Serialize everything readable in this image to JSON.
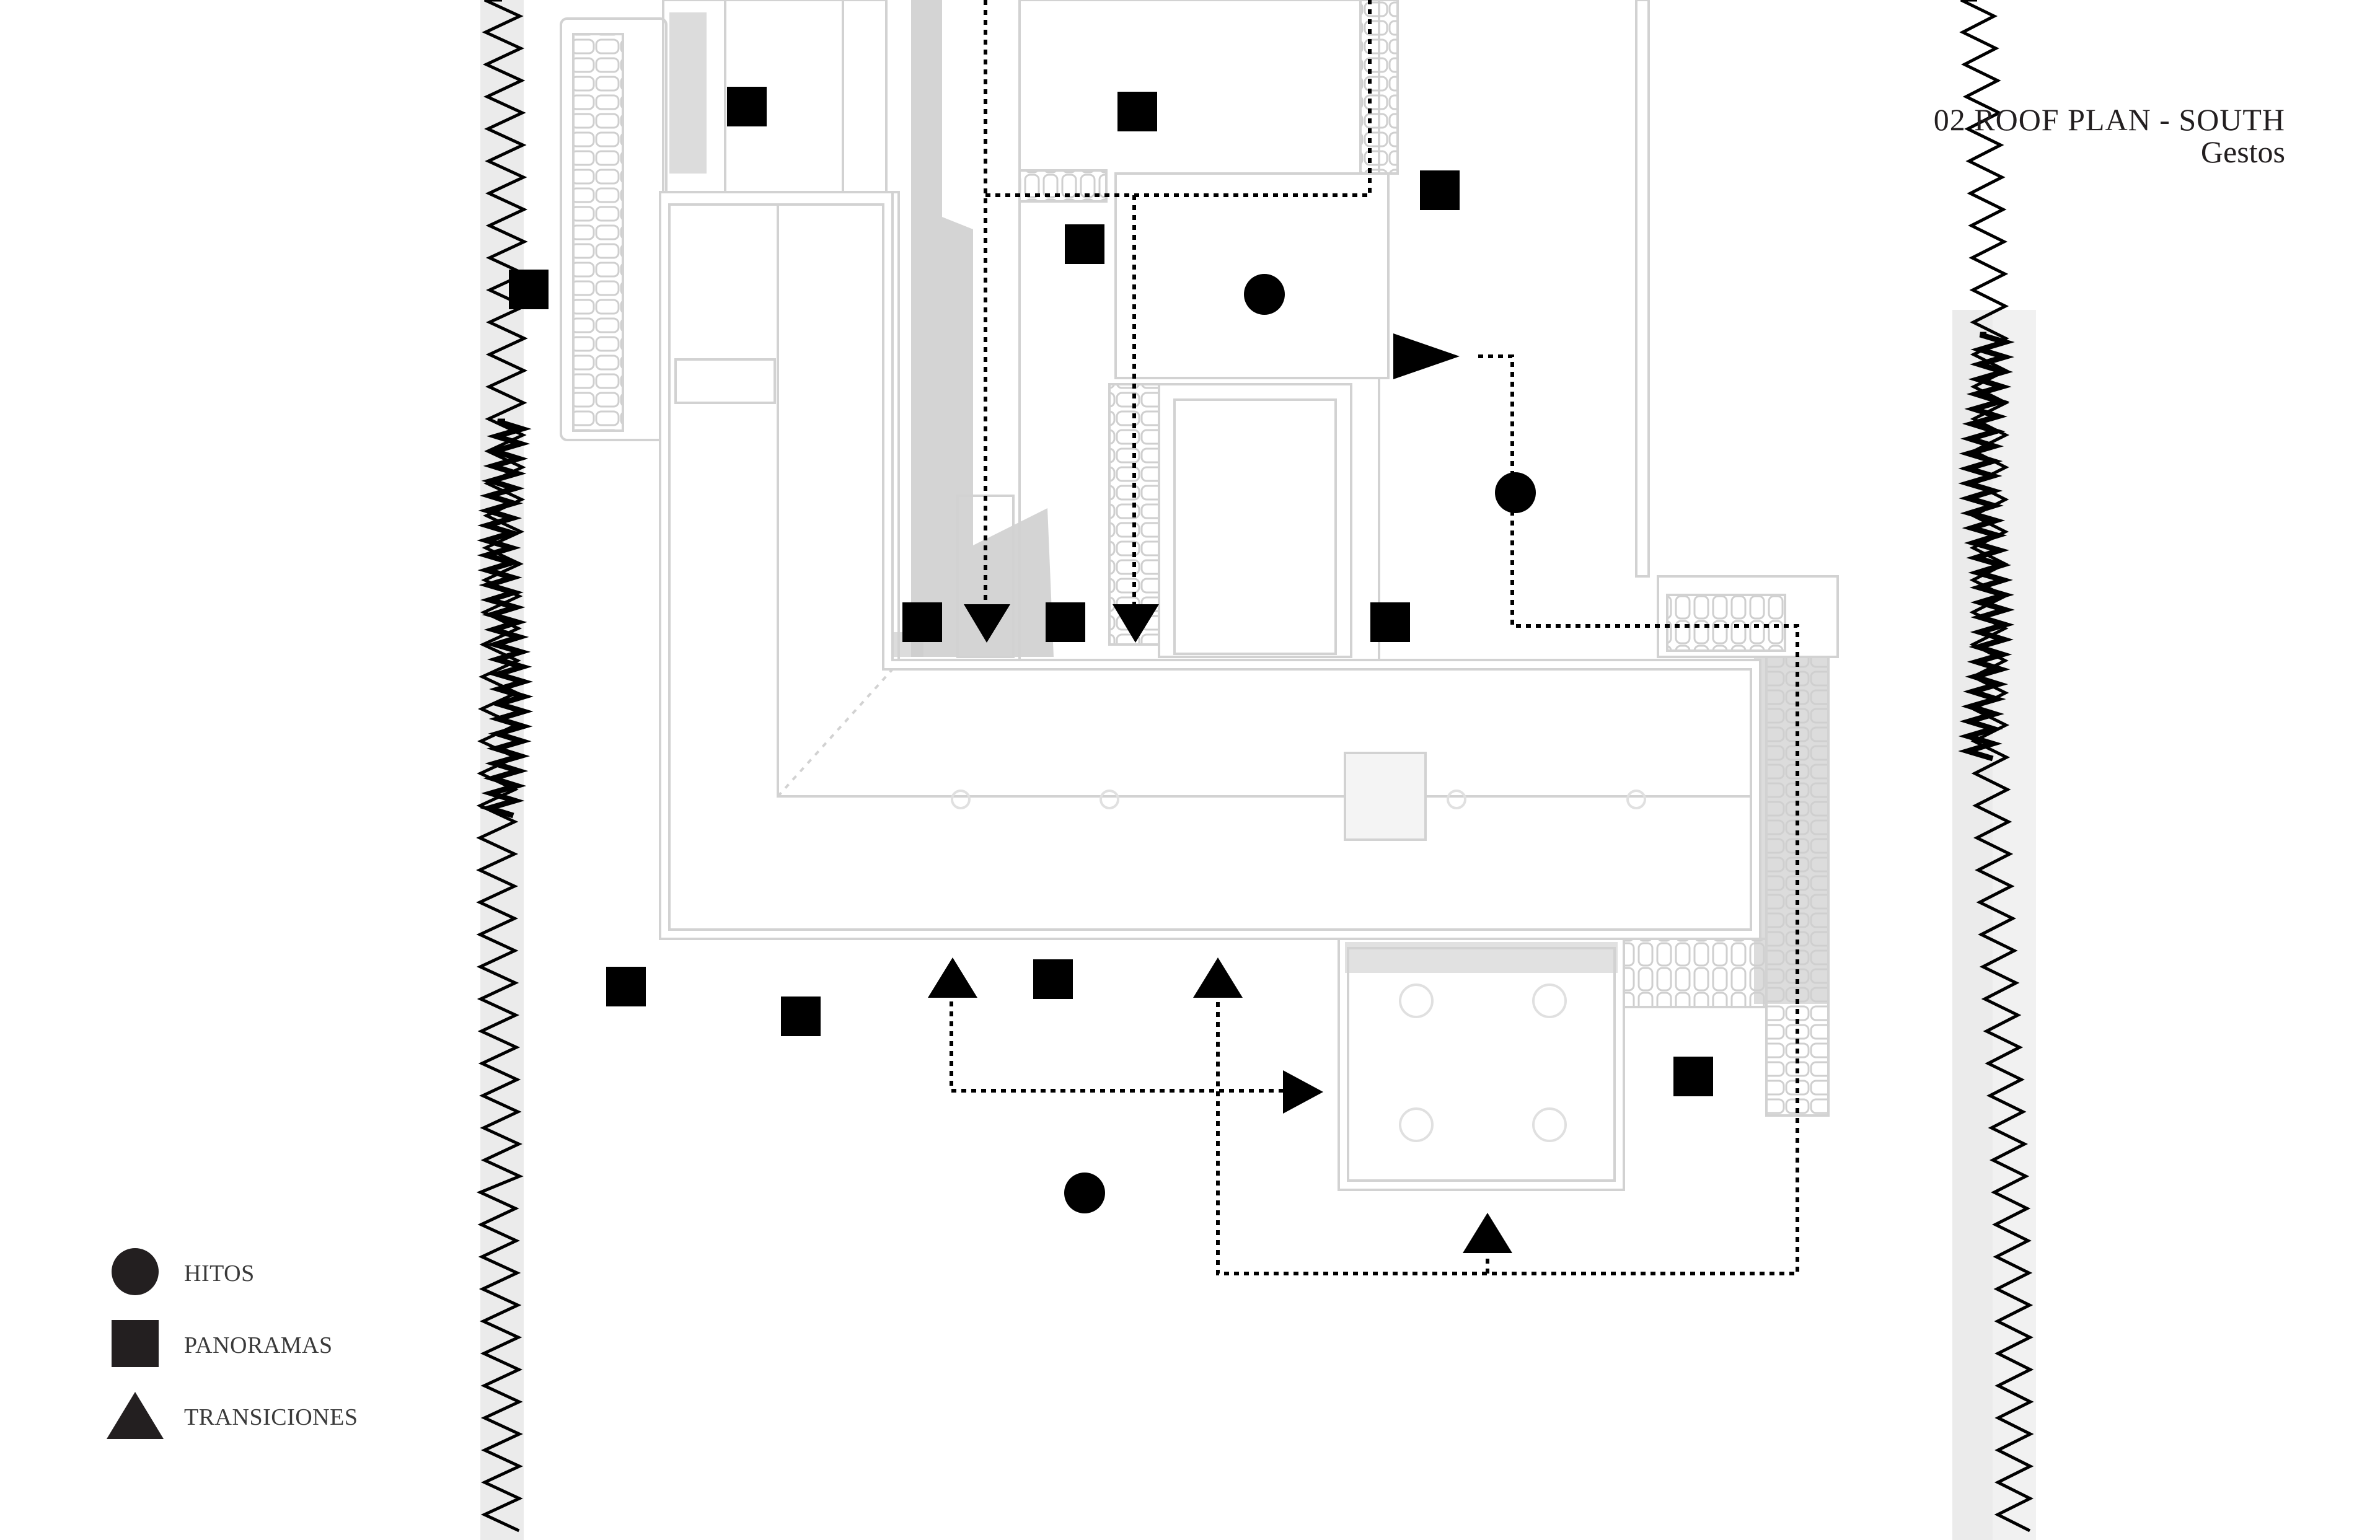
{
  "title": {
    "line1": "02 ROOF PLAN - SOUTH",
    "line2": "Gestos"
  },
  "legend": {
    "items": [
      {
        "symbol": "circle",
        "label": "HITOS"
      },
      {
        "symbol": "square",
        "label": "PANORAMAS"
      },
      {
        "symbol": "triangle",
        "label": "TRANSICIONES"
      }
    ]
  },
  "colors": {
    "marker": "#000000",
    "building_line": "#d4d4d4",
    "shadow": "#c8c8c8",
    "hedge": "#000000",
    "text": "#231f20"
  }
}
